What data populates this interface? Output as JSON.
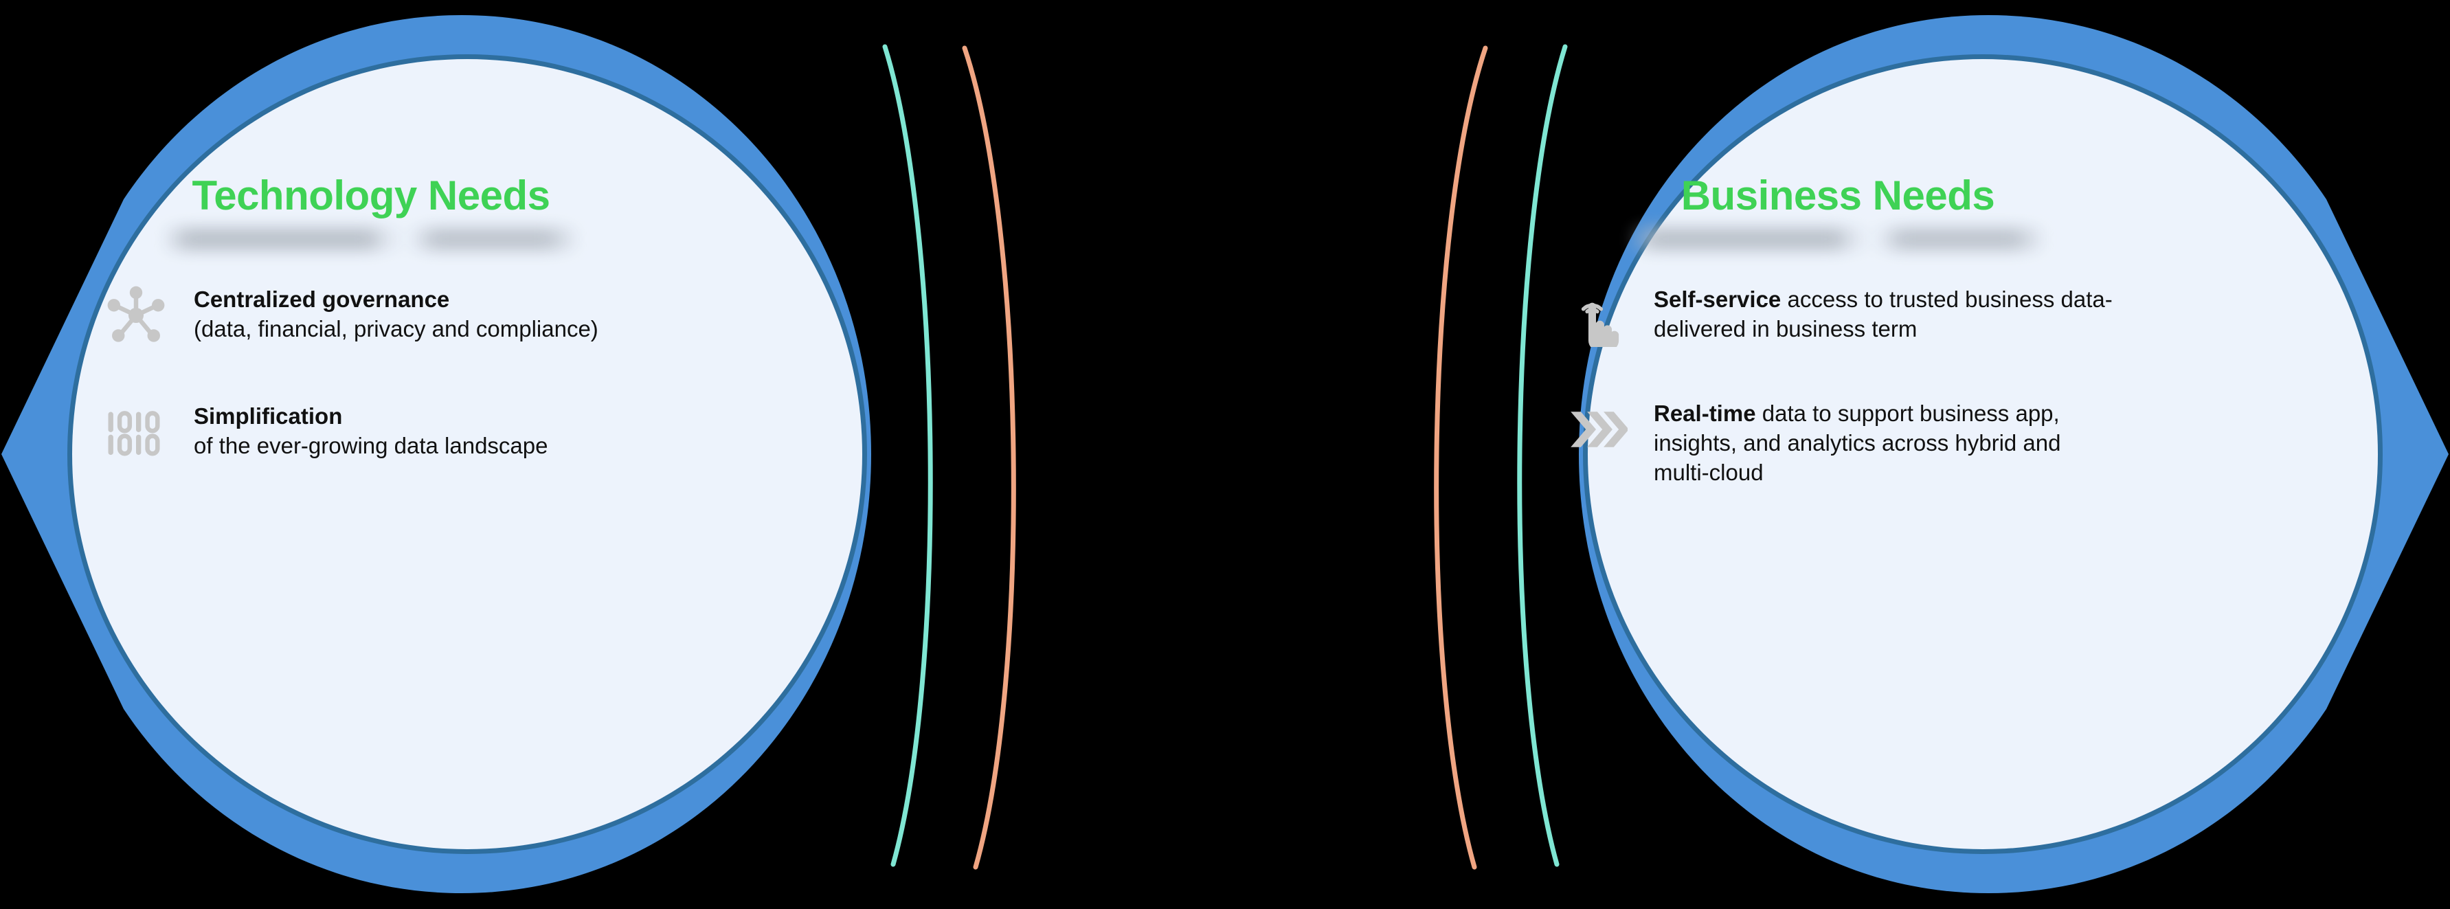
{
  "theme": {
    "background": "#000000",
    "lens_fill": "#4A90D9",
    "lens_inner_fill": "#EDF3FC",
    "lens_edge": "#2E6E9E",
    "title_green": "#3FD255",
    "icon_gray": "#C7C7C7",
    "body_text": "#111111",
    "arc_teal": "#7FE6D3",
    "arc_salmon": "#F0A582"
  },
  "panels": [
    {
      "id": "technology",
      "title": "Technology Needs",
      "redacted_subtitle": "",
      "bullets": [
        {
          "icon": "hub-network-icon",
          "lead": "Centralized governance",
          "rest": "(data, financial, privacy and compliance)"
        },
        {
          "icon": "binary-data-icon",
          "lead": "Simplification",
          "rest": "of the ever-growing data landscape"
        }
      ]
    },
    {
      "id": "business",
      "title": "Business Needs",
      "redacted_subtitle": "",
      "bullets": [
        {
          "icon": "tap-gesture-icon",
          "lead": "Self-service",
          "rest": "access to trusted business data-delivered in business term"
        },
        {
          "icon": "triple-chevron-right-icon",
          "lead": "Real-time",
          "rest": "data to support business app, insights, and analytics across hybrid and multi-cloud"
        }
      ]
    }
  ],
  "decorations": {
    "left_lens_label": "technology-lens-shape",
    "right_lens_label": "business-lens-shape",
    "center_arcs": [
      {
        "name": "arc-teal-left",
        "color": "#7FE6D3"
      },
      {
        "name": "arc-salmon-left",
        "color": "#F0A582"
      },
      {
        "name": "arc-salmon-right",
        "color": "#F0A582"
      },
      {
        "name": "arc-teal-right",
        "color": "#7FE6D3"
      }
    ]
  }
}
